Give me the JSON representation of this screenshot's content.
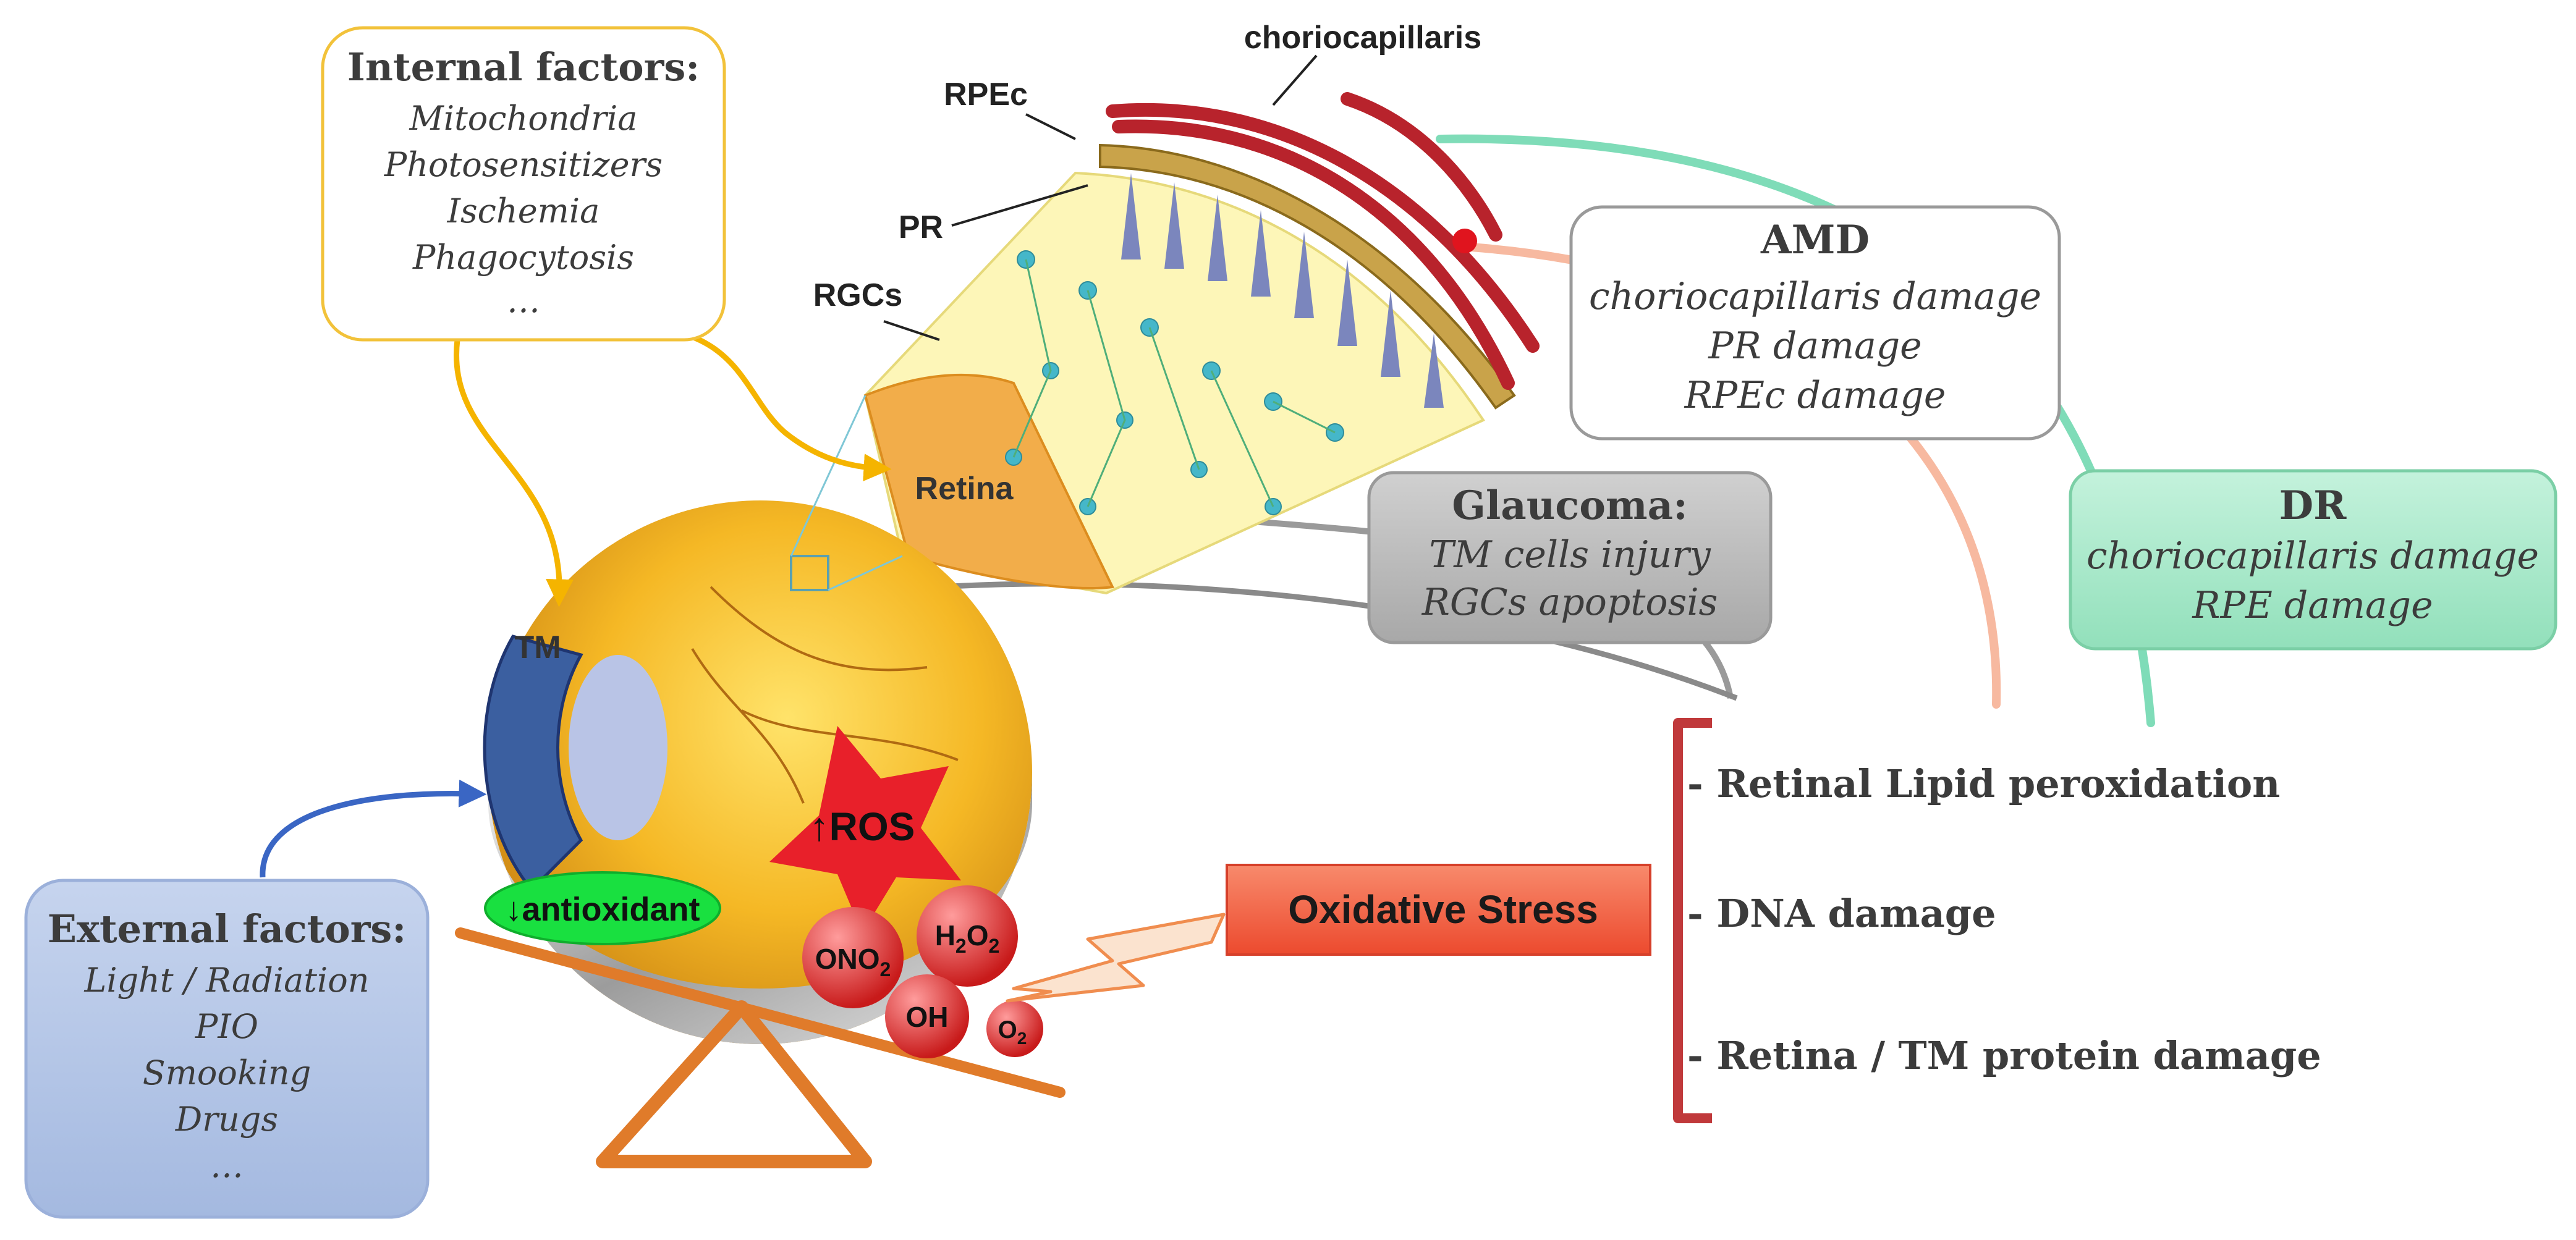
{
  "internal_factors": {
    "title": "Internal factors:",
    "items": [
      "Mitochondria",
      "Photosensitizers",
      "Ischemia",
      "Phagocytosis",
      "…"
    ]
  },
  "external_factors": {
    "title": "External factors:",
    "items": [
      "Light / Radiation",
      "PIO",
      "Smooking",
      "Drugs",
      "…"
    ]
  },
  "amd": {
    "title": "AMD",
    "items": [
      "choriocapillaris damage",
      "PR damage",
      "RPEc damage"
    ]
  },
  "glaucoma": {
    "title": "Glaucoma:",
    "items": [
      "TM cells injury",
      "RGCs apoptosis"
    ]
  },
  "dr": {
    "title": "DR",
    "items": [
      "choriocapillaris damage",
      "RPE damage"
    ]
  },
  "labels": {
    "choriocapillaris": "choriocapillaris",
    "rpec": "RPEc",
    "pr": "PR",
    "rgcs": "RGCs",
    "retina": "Retina",
    "tm": "TM"
  },
  "balance": {
    "antioxidant": "↓antioxidant",
    "ros": "↑ROS",
    "molecules": {
      "ono2": "ONO",
      "ono2_sub": "2",
      "h2o2_h": "H",
      "h2o2_sub1": "2",
      "h2o2_o": "O",
      "h2o2_sub2": "2",
      "oh": "OH",
      "o2": "O",
      "o2_sub": "2"
    }
  },
  "oxidative_stress": "Oxidative Stress",
  "effects": [
    "- Retinal Lipid peroxidation",
    "- DNA damage",
    "- Retina / TM protein damage"
  ],
  "colors": {
    "internal_border": "#f2c23a",
    "external_fill": "#b4c6e7",
    "amd_border": "#9a9a9a",
    "glaucoma_fill": "#bdbdbd",
    "dr_fill": "#a8e6c8",
    "dr_arc": "#7fdcb8",
    "amd_arc": "#f7b9a0",
    "oxidative_fill": "#f2583e",
    "ros_fill": "#e8202a",
    "antioxidant_fill": "#19e040",
    "seesaw": "#e07b2a",
    "bracket": "#c0393b"
  }
}
